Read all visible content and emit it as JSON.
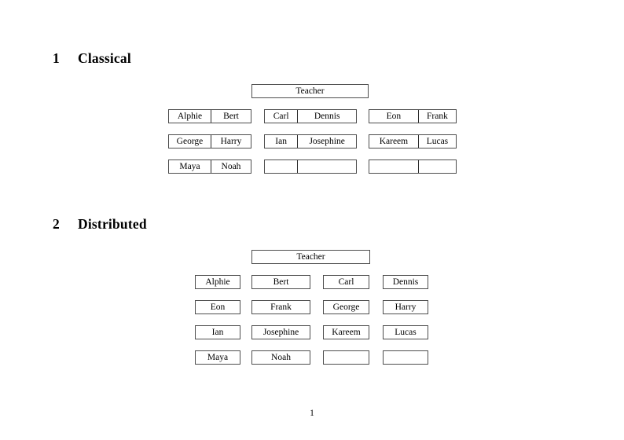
{
  "document": {
    "page_number": "1",
    "background": "#ffffff",
    "text_color": "#000000",
    "border_color": "#4d4d4d"
  },
  "sections": [
    {
      "number": "1",
      "title": "Classical",
      "teacher": {
        "label": "Teacher"
      },
      "layout": "paired-cells",
      "groups": [
        {
          "rows": [
            {
              "left": "Alphie",
              "right": "Bert"
            },
            {
              "left": "George",
              "right": "Harry"
            },
            {
              "left": "Maya",
              "right": "Noah"
            }
          ]
        },
        {
          "rows": [
            {
              "left": "Carl",
              "right": "Dennis"
            },
            {
              "left": "Ian",
              "right": "Josephine"
            },
            {
              "left": "",
              "right": ""
            }
          ]
        },
        {
          "rows": [
            {
              "left": "Eon",
              "right": "Frank"
            },
            {
              "left": "Kareem",
              "right": "Lucas"
            },
            {
              "left": "",
              "right": ""
            }
          ]
        }
      ]
    },
    {
      "number": "2",
      "title": "Distributed",
      "teacher": {
        "label": "Teacher"
      },
      "layout": "single-cells",
      "rows": [
        {
          "cells": [
            "Alphie",
            "Bert",
            "Carl",
            "Dennis"
          ]
        },
        {
          "cells": [
            "Eon",
            "Frank",
            "George",
            "Harry"
          ]
        },
        {
          "cells": [
            "Ian",
            "Josephine",
            "Kareem",
            "Lucas"
          ]
        },
        {
          "cells": [
            "Maya",
            "Noah",
            "",
            ""
          ]
        }
      ]
    }
  ]
}
